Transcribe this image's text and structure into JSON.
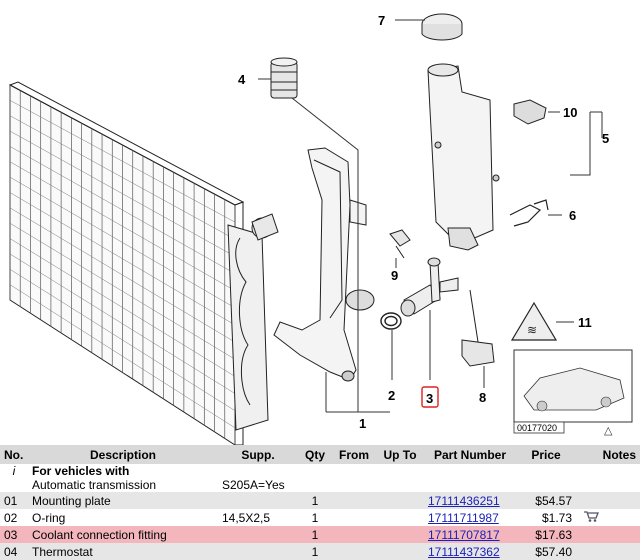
{
  "diagram": {
    "callouts": [
      "1",
      "2",
      "3",
      "4",
      "5",
      "6",
      "7",
      "8",
      "9",
      "10",
      "11"
    ],
    "diagram_ref": "00177020",
    "nav_icon": "triangle-up-icon",
    "selected_callout": "3"
  },
  "table": {
    "headers": {
      "no": "No.",
      "description": "Description",
      "supp": "Supp.",
      "qty": "Qty",
      "from": "From",
      "upto": "Up To",
      "part_number": "Part Number",
      "price": "Price",
      "notes": "Notes"
    },
    "info": {
      "marker": "i",
      "title": "For vehicles with",
      "line": "Automatic transmission",
      "supp": "S205A=Yes"
    },
    "rows": [
      {
        "no": "01",
        "description": "Mounting plate",
        "supp": "",
        "qty": "1",
        "part_number": "17111436251",
        "price": "$54.57",
        "cart": false
      },
      {
        "no": "02",
        "description": "O-ring",
        "supp": "14,5X2,5",
        "qty": "1",
        "part_number": "17111711987",
        "price": "$1.73",
        "cart": true
      },
      {
        "no": "03",
        "description": "Coolant connection fitting",
        "supp": "",
        "qty": "1",
        "part_number": "17111707817",
        "price": "$17.63",
        "cart": false
      },
      {
        "no": "04",
        "description": "Thermostat",
        "supp": "",
        "qty": "1",
        "part_number": "17111437362",
        "price": "$57.40",
        "cart": false
      }
    ]
  },
  "colors": {
    "header_bg": "#d9d9d9",
    "row_alt_bg": "#e6e6e6",
    "selected_bg": "#f3b6bd",
    "link": "#1a22b8",
    "callout_highlight": "#e02020"
  }
}
